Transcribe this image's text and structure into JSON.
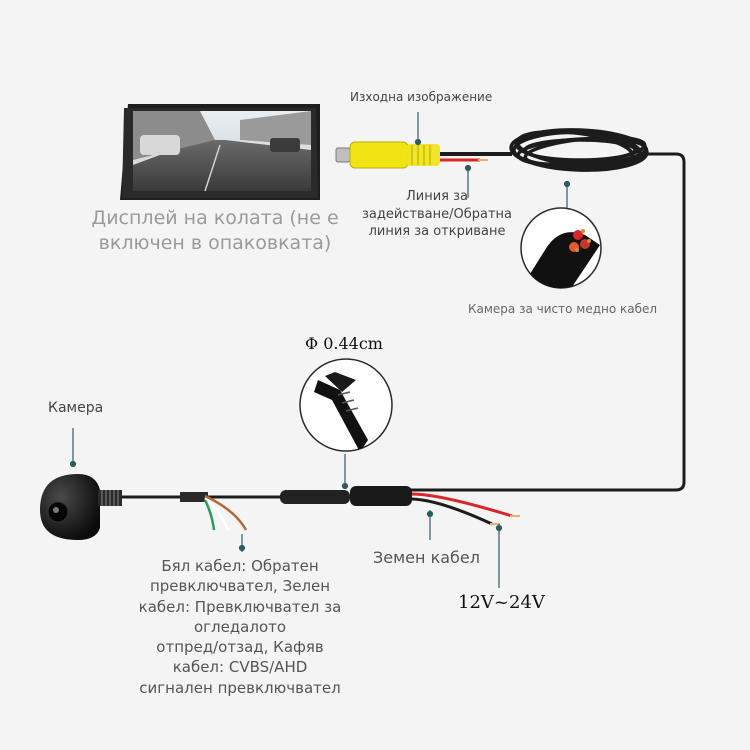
{
  "labels": {
    "output": "Изходна изображение",
    "display": "Дисплей на колата (не е\nвключен в опаковката)",
    "trigger": "Линия за\nзадействане/Обратна\nлиния за откриване",
    "copper": "Камера за чисто медно кабел",
    "diameter": "Φ 0.44cm",
    "camera": "Камера",
    "wires": "Бял кабел: Обратен\nпревключвател, Зелен\nкабел: Превключвател за\nогледалото\nотпред/отзад, Кафяв\nкабел: CVBS/AHD\nсигнален превключвател",
    "ground": "Земен кабел",
    "voltage": "12V~24V"
  },
  "colors": {
    "background": "#f4f4f4",
    "cable": "#1c1c1c",
    "rca_yellow": "#f2e313",
    "red_wire": "#d8262b",
    "white_wire": "#ffffff",
    "green_wire": "#2e9a5a",
    "brown_wire": "#b4672f",
    "pointer": "#2f5a63"
  }
}
